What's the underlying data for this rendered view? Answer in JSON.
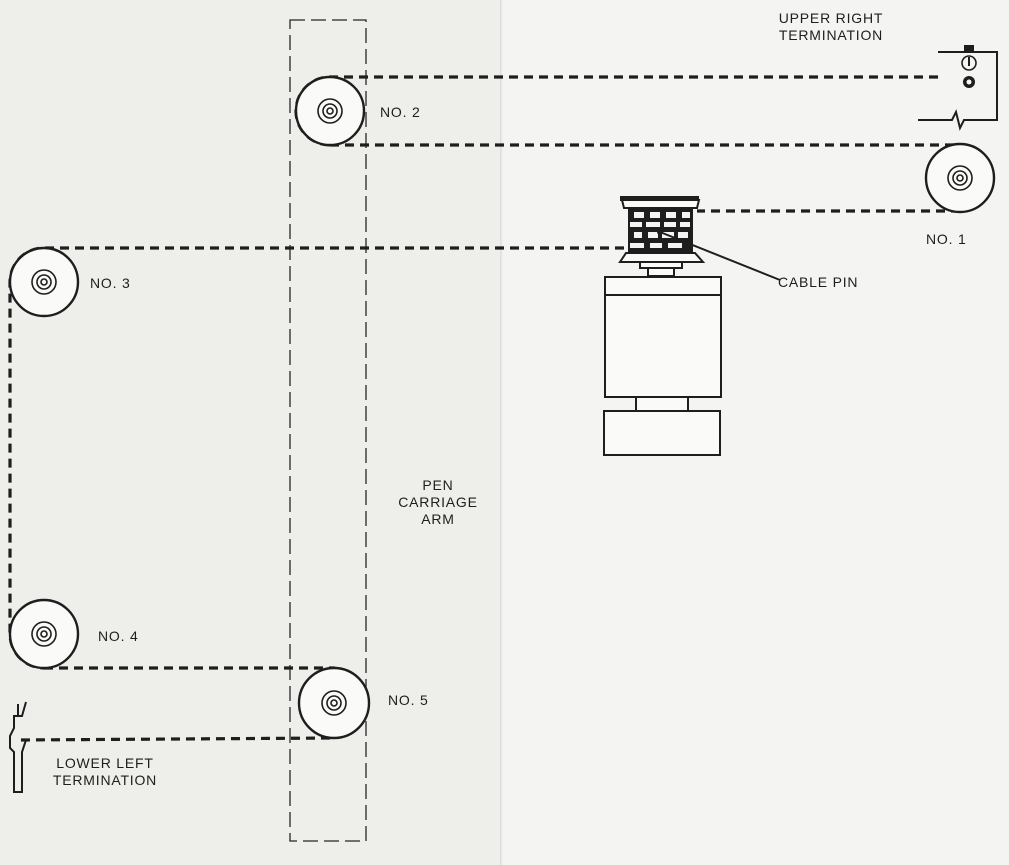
{
  "labels": {
    "upper_right_termination": [
      "UPPER RIGHT",
      "TERMINATION"
    ],
    "lower_left_termination": [
      "LOWER LEFT",
      "TERMINATION"
    ],
    "pen_carriage_arm": [
      "PEN",
      "CARRIAGE",
      "ARM"
    ],
    "cable_pin": "CABLE PIN"
  },
  "pulleys": [
    {
      "id": "no1",
      "label": "NO. 1"
    },
    {
      "id": "no2",
      "label": "NO. 2"
    },
    {
      "id": "no3",
      "label": "NO. 3"
    },
    {
      "id": "no4",
      "label": "NO. 4"
    },
    {
      "id": "no5",
      "label": "NO. 5"
    }
  ]
}
